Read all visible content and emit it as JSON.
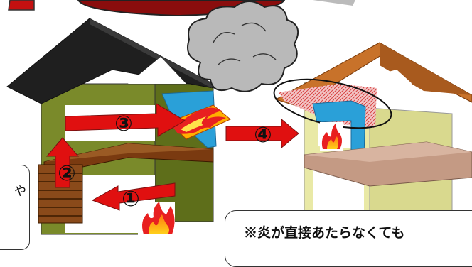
{
  "colors": {
    "roof_left": "#1f1f1f",
    "wall_left": "#7a8a2a",
    "floor_brown": "#7a3a10",
    "wood_slats": "#8a4a1a",
    "arrow_red": "#e01010",
    "arrow_dark": "#7a1010",
    "smoke": "#b9b9b9",
    "roof_right": "#c8722a",
    "wall_right": "#e9e9a6",
    "floor_right": "#c49a84",
    "blue_panel": "#2aa0d8",
    "fire_red": "#e82020",
    "fire_yellow": "#ffd21a"
  },
  "icons": [
    "fire-icon",
    "smoke-cloud-icon",
    "arrow-icon"
  ],
  "labels": {
    "step1": "①",
    "step2": "②",
    "step3": "③",
    "step4": "④"
  },
  "callouts": {
    "left_fragment": "や",
    "right_text": "※炎が直接あたらなくても"
  }
}
